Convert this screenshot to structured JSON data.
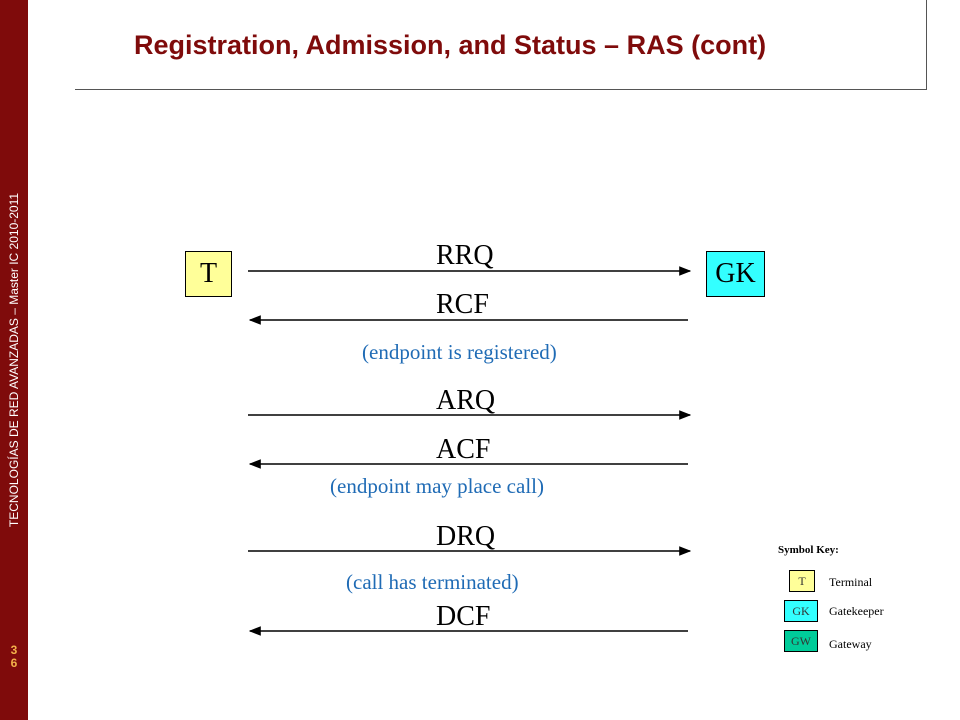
{
  "sidebar": {
    "text": "TECNOLOGÍAS DE RED AVANZADAS – Master  IC 2010-2011",
    "slide_number_lines": [
      "3",
      "6"
    ]
  },
  "header": {
    "title": "Registration, Admission, and Status – RAS (cont)"
  },
  "diagram": {
    "nodes": {
      "terminal": "T",
      "gatekeeper": "GK"
    },
    "messages": [
      "RRQ",
      "RCF",
      "ARQ",
      "ACF",
      "DRQ",
      "DCF"
    ],
    "notes": [
      "(endpoint is registered)",
      "(endpoint may place call)",
      "(call has terminated)"
    ]
  },
  "symbol_key": {
    "title": "Symbol Key:",
    "items": [
      {
        "symbol": "T",
        "label": "Terminal",
        "color": "#ffff99"
      },
      {
        "symbol": "GK",
        "label": "Gatekeeper",
        "color": "#33ffff"
      },
      {
        "symbol": "GW",
        "label": "Gateway",
        "color": "#00cc99"
      }
    ]
  }
}
